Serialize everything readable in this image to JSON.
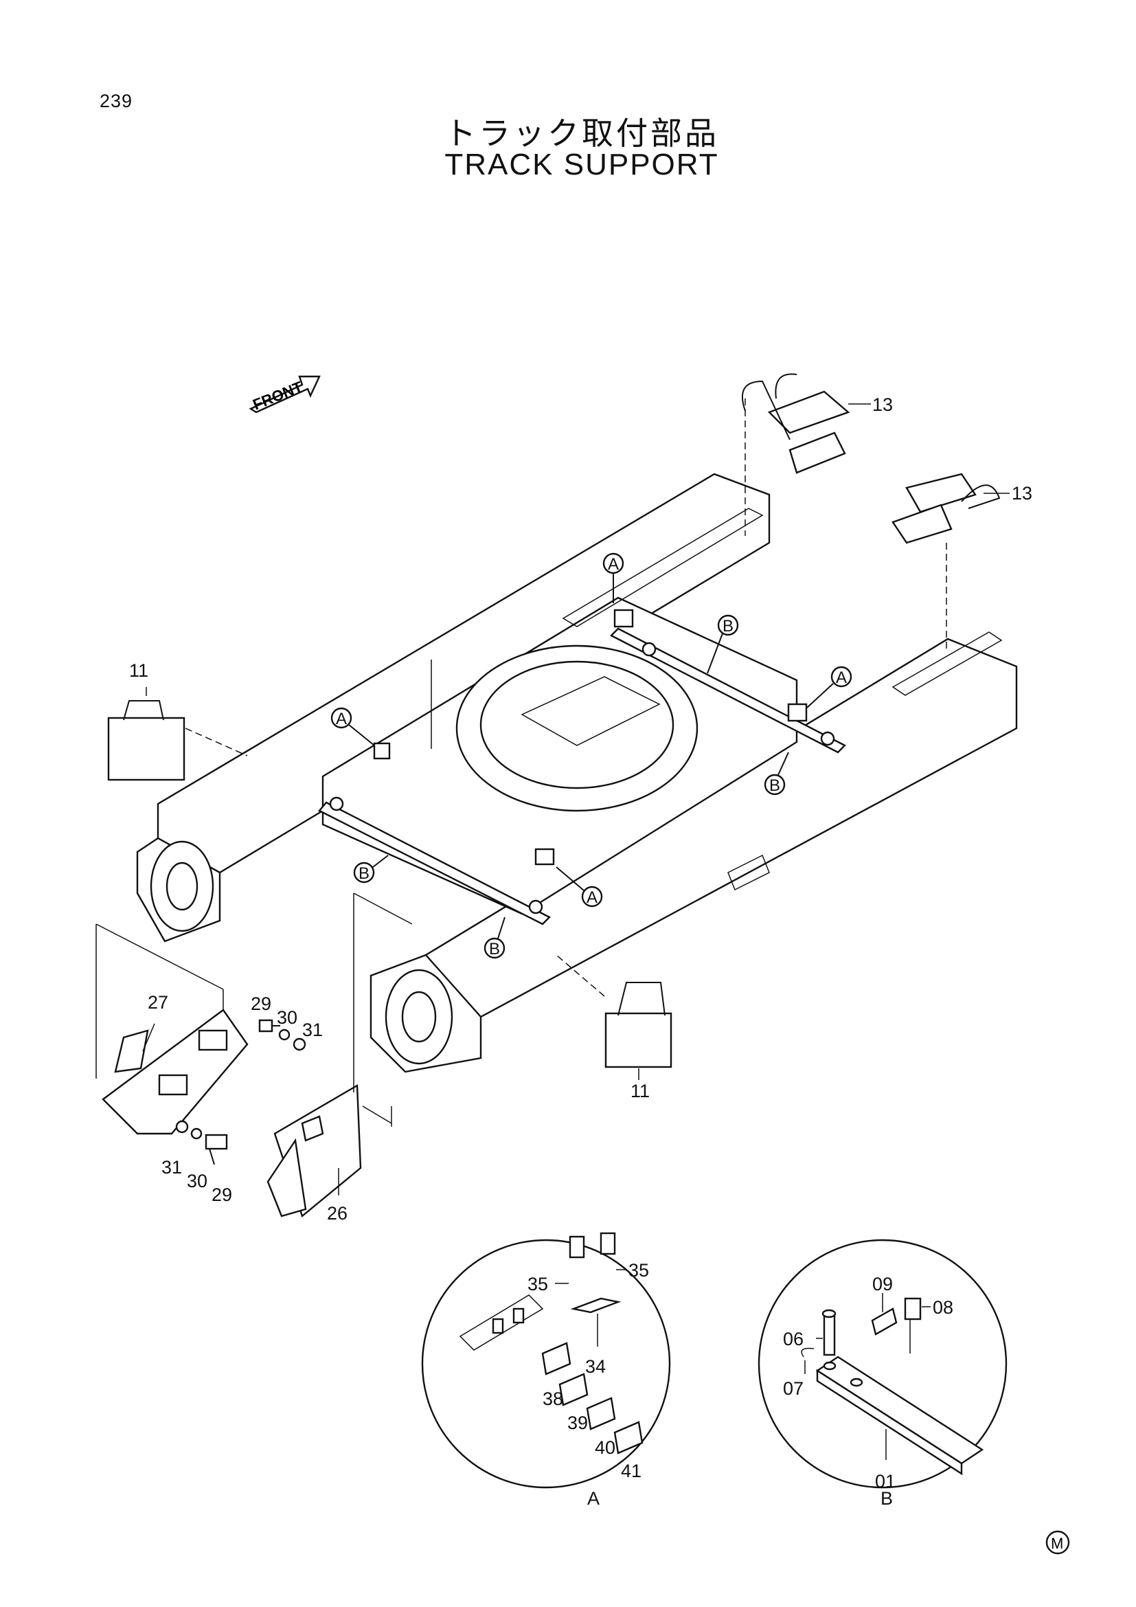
{
  "page_number": "239",
  "title_jp": "トラック取付部品",
  "title_en": "TRACK SUPPORT",
  "front_label": "FRONT",
  "mark": "M",
  "parts": {
    "p13a": "13",
    "p13b": "13",
    "p11a": "11",
    "p11b": "11",
    "p27": "27",
    "p26": "26",
    "p29a": "29",
    "p30a": "30",
    "p31a": "31",
    "p31b": "31",
    "p30b": "30",
    "p29b": "29",
    "p35a": "35",
    "p35b": "35",
    "p34": "34",
    "p38": "38",
    "p39": "39",
    "p40": "40",
    "p41": "41",
    "p06": "06",
    "p07": "07",
    "p09": "09",
    "p08": "08",
    "p01": "01"
  },
  "refs": {
    "a1": "A",
    "a2": "A",
    "a3": "A",
    "a4": "A",
    "b1": "B",
    "b2": "B",
    "b3": "B",
    "b4": "B"
  },
  "details": {
    "a": "A",
    "b": "B"
  }
}
